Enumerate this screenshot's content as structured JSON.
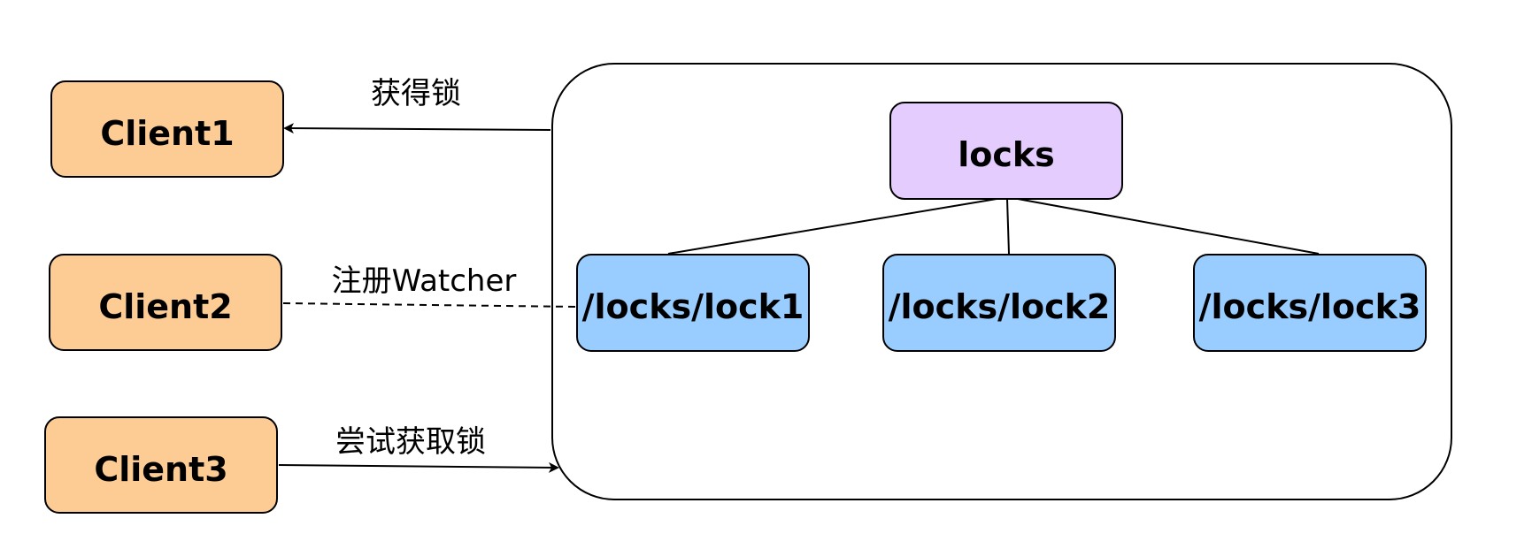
{
  "colors": {
    "client_fill": "#FDCB94",
    "root_fill": "#E5CCFF",
    "child_fill": "#99CCFF",
    "stroke": "#000000",
    "background": "#FFFFFF"
  },
  "clients": [
    {
      "label": "Client1"
    },
    {
      "label": "Client2"
    },
    {
      "label": "Client3"
    }
  ],
  "root": {
    "label": "locks"
  },
  "children": [
    {
      "label": "/locks/lock1"
    },
    {
      "label": "/locks/lock2"
    },
    {
      "label": "/locks/lock3"
    }
  ],
  "edges": [
    {
      "label": "获得锁",
      "style": "solid",
      "direction": "to-client"
    },
    {
      "label": "注册Watcher",
      "style": "dashed",
      "direction": "none"
    },
    {
      "label": "尝试获取锁",
      "style": "solid",
      "direction": "to-container"
    }
  ]
}
